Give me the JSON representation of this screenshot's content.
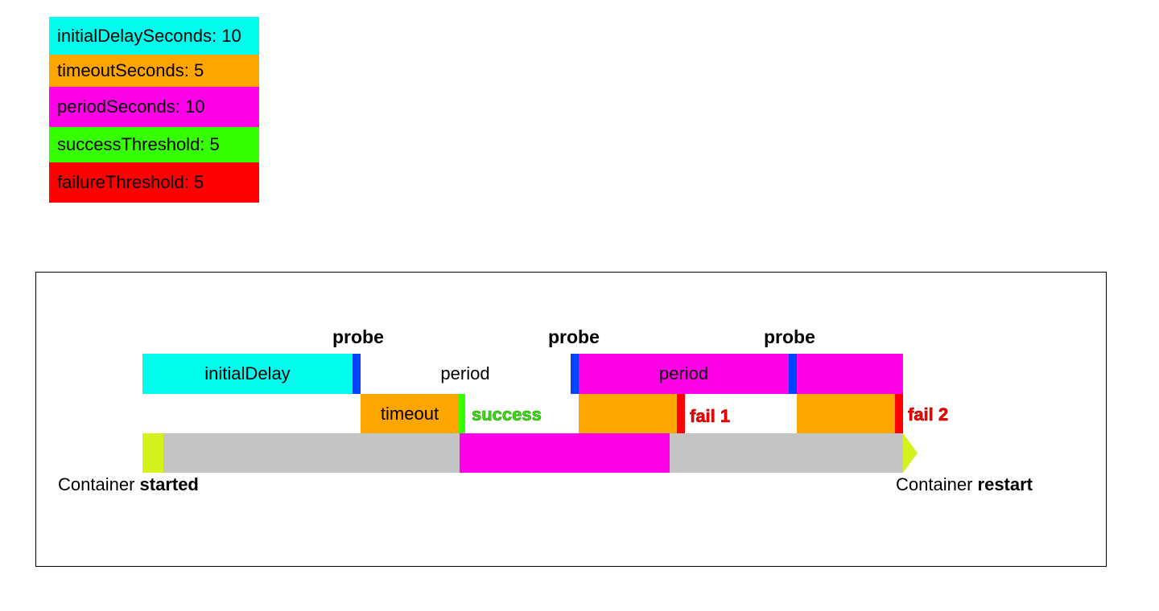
{
  "legend": {
    "initial_delay": "initialDelaySeconds: 10",
    "timeout": "timeoutSeconds: 5",
    "period": "periodSeconds: 10",
    "success_threshold": "successThreshold: 5",
    "failure_threshold": "failureThreshold: 5"
  },
  "diagram": {
    "probe_1": "probe",
    "probe_2": "probe",
    "probe_3": "probe",
    "initial_delay_label": "initialDelay",
    "period_label_1": "period",
    "period_label_2": "period",
    "timeout_label": "timeout",
    "success_label": "success",
    "fail_1_label": "fail 1",
    "fail_2_label": "fail 2",
    "container_started_prefix": "Container",
    "container_started_bold": "started",
    "container_restart_prefix": "Container",
    "container_restart_bold": "restart"
  },
  "colors": {
    "initial_delay": "#00fced",
    "timeout": "#ffa500",
    "period": "#ff00e8",
    "success": "#36ff00",
    "failure": "#ff0000",
    "probe_marker": "#0044ff",
    "timeline": "#c4c4c4",
    "timeline_ends": "#d4f01d"
  }
}
